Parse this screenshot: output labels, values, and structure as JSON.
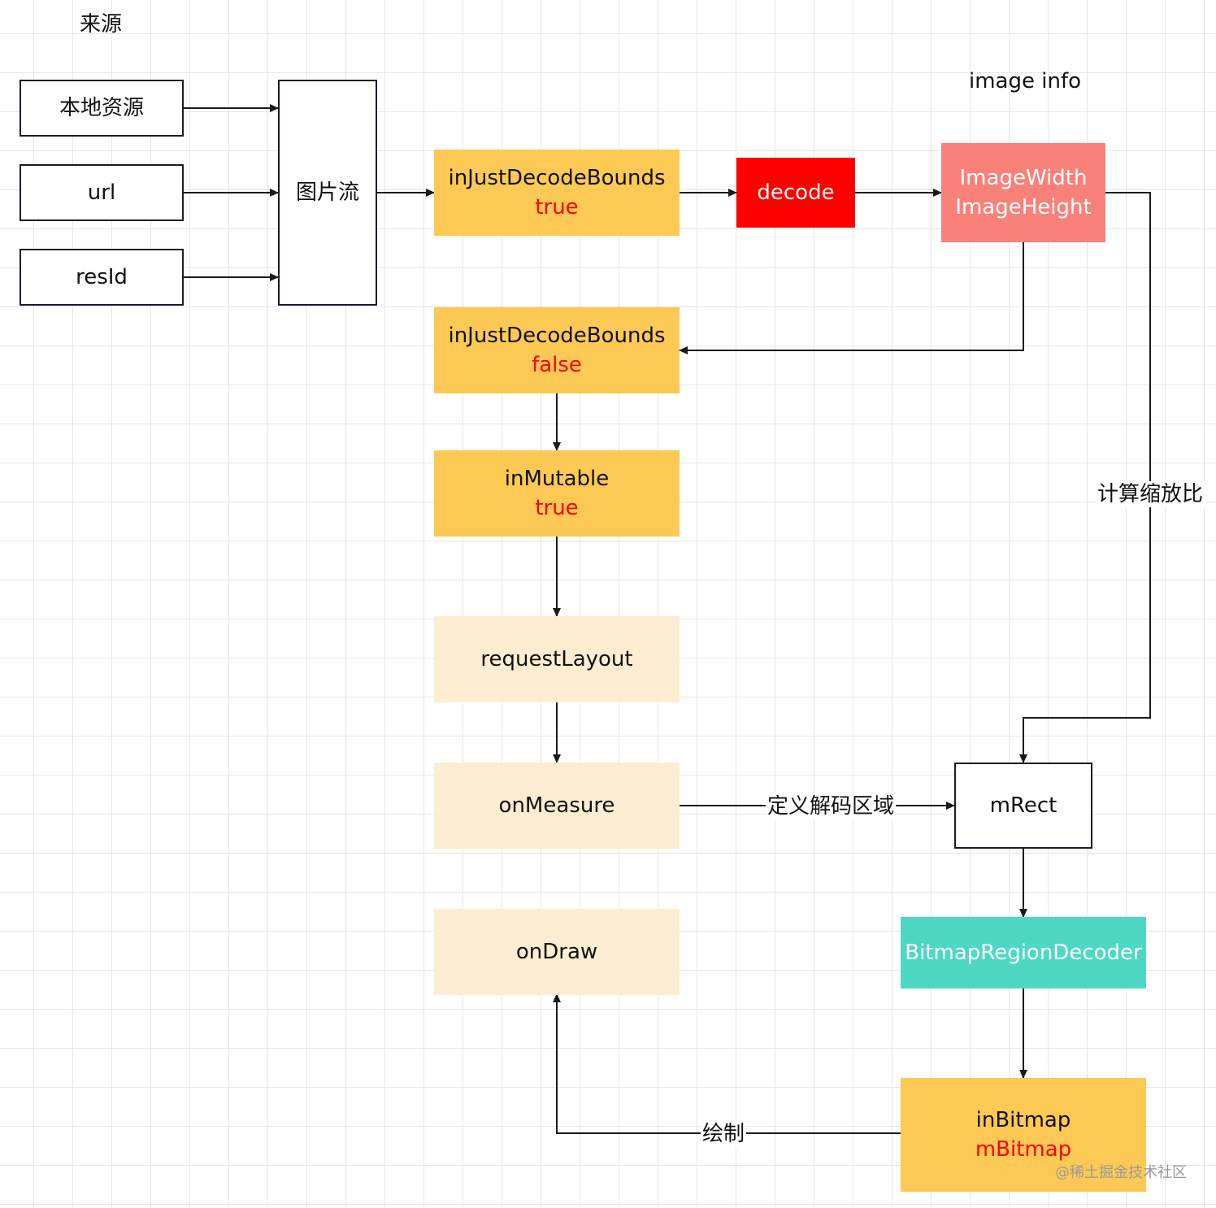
{
  "labels": {
    "sources_title": "来源",
    "image_info": "image info",
    "scale_ratio": "计算缩放比",
    "define_region": "定义解码区域",
    "draw": "绘制",
    "watermark": "@稀土掘金技术社区"
  },
  "nodes": {
    "local_resource": "本地资源",
    "url": "url",
    "res_id": "resId",
    "image_stream": "图片流",
    "decode_bounds_true": {
      "title": "inJustDecodeBounds",
      "value": "true"
    },
    "decode": "decode",
    "image_size": {
      "line1": "ImageWidth",
      "line2": "ImageHeight"
    },
    "decode_bounds_false": {
      "title": "inJustDecodeBounds",
      "value": "false"
    },
    "in_mutable": {
      "title": "inMutable",
      "value": "true"
    },
    "request_layout": "requestLayout",
    "on_measure": "onMeasure",
    "on_draw": "onDraw",
    "m_rect": "mRect",
    "bitmap_region_decoder": "BitmapRegionDecoder",
    "in_bitmap": {
      "title": "inBitmap",
      "value": "mBitmap"
    }
  },
  "colors": {
    "yellow": "#fdc955",
    "cream": "#fdedd1",
    "red": "#ff0000",
    "salmon": "#f88179",
    "teal": "#4ed8c4",
    "edge": "#1a1a1a"
  }
}
